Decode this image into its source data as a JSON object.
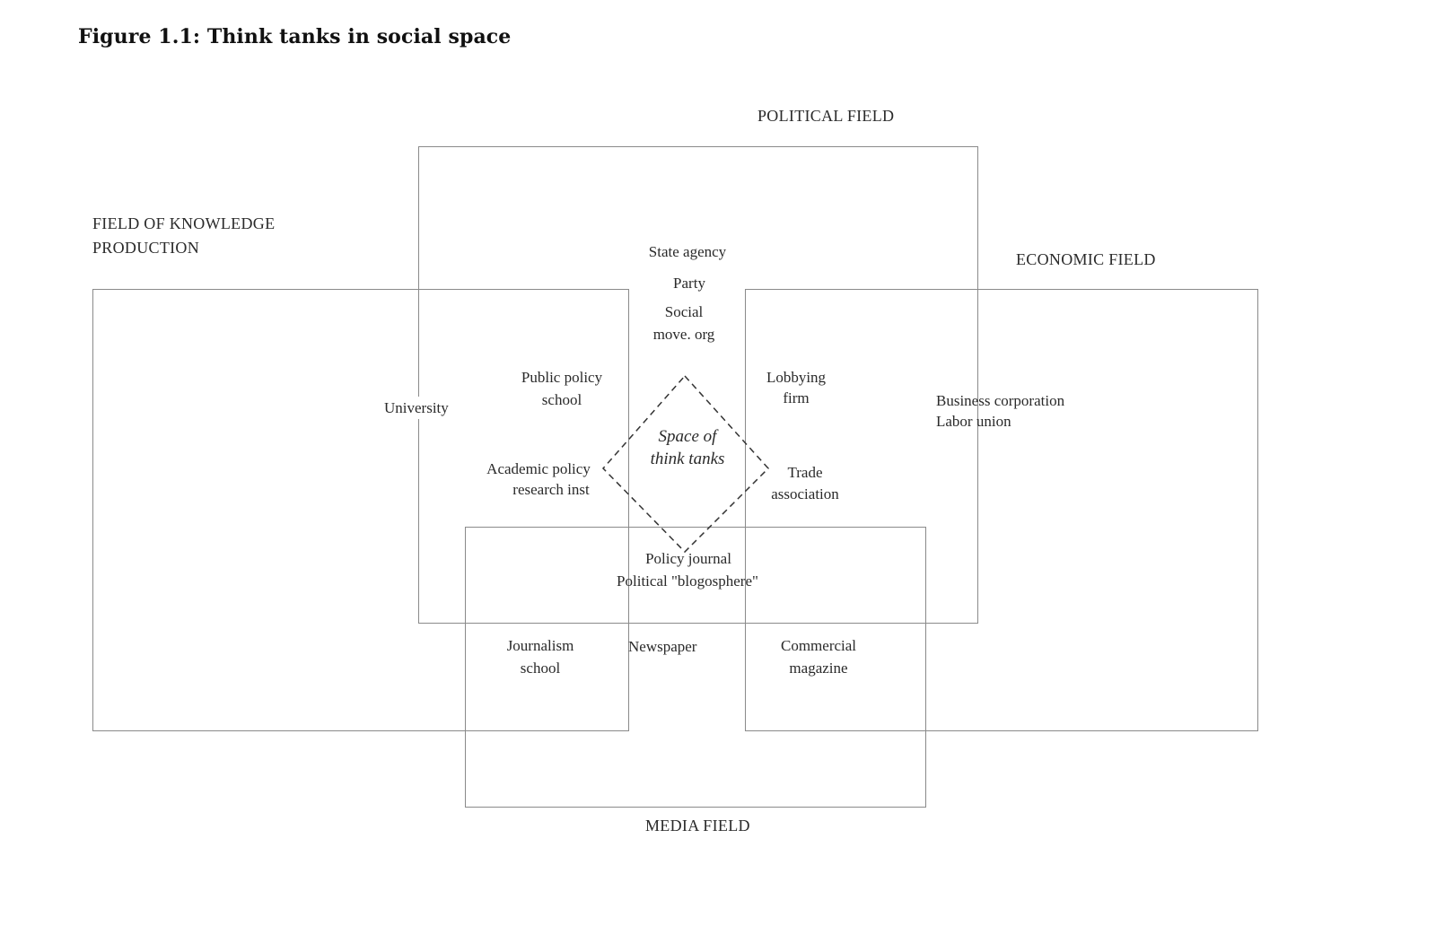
{
  "title": "Figure 1.1: Think tanks in social space",
  "fields": {
    "political": "POLITICAL FIELD",
    "knowledge_line1": "FIELD OF KNOWLEDGE",
    "knowledge_line2": "PRODUCTION",
    "economic": "ECONOMIC FIELD",
    "media": "MEDIA FIELD"
  },
  "nodes": {
    "state_agency": "State agency",
    "party": "Party",
    "social_line1": "Social",
    "social_line2": "move. org",
    "public_policy_line1": "Public policy",
    "public_policy_line2": "school",
    "university": "University",
    "lobbying_line1": "Lobbying",
    "lobbying_line2": "firm",
    "business": "Business corporation",
    "labor": "Labor union",
    "academic_line1": "Academic policy",
    "academic_line2": "research inst",
    "trade_line1": "Trade",
    "trade_line2": "association",
    "space_line1": "Space of",
    "space_line2": "think tanks",
    "policy_journal": "Policy journal",
    "blogosphere": "Political \"blogosphere\"",
    "journalism_line1": "Journalism",
    "journalism_line2": "school",
    "newspaper": "Newspaper",
    "commercial_line1": "Commercial",
    "commercial_line2": "magazine"
  }
}
